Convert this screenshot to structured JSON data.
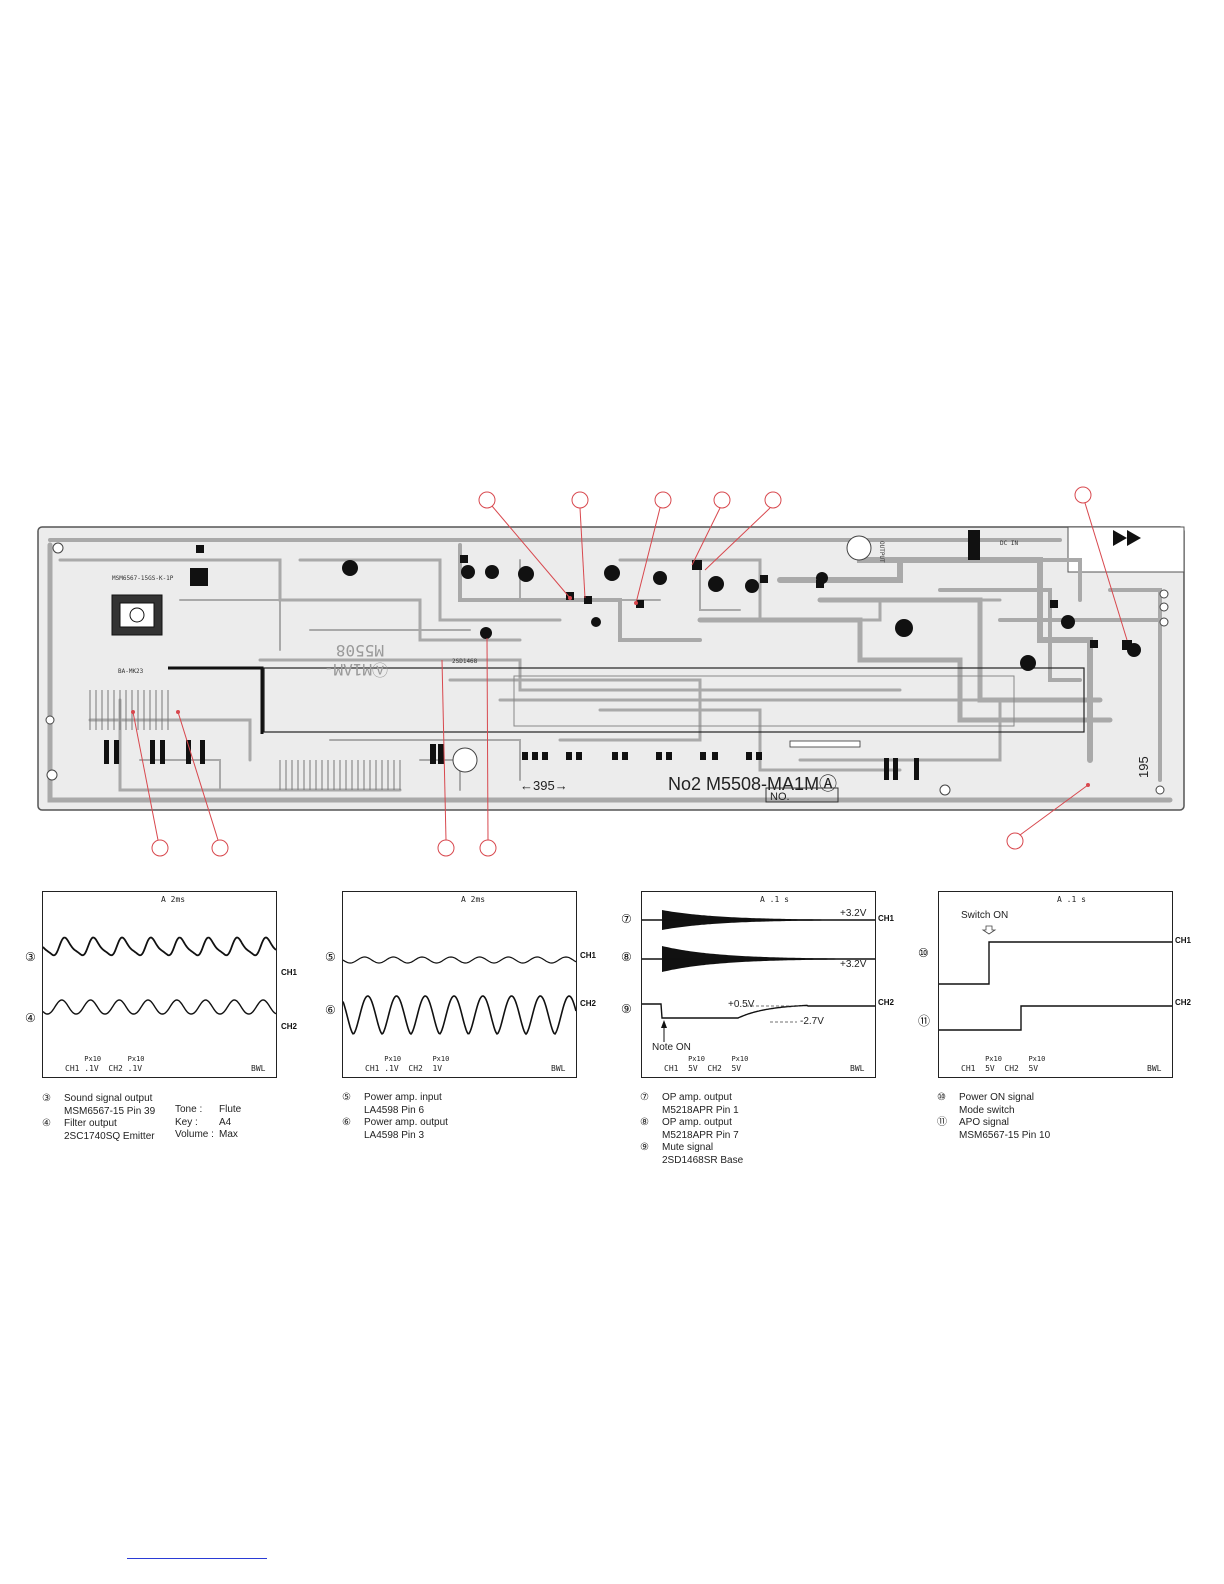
{
  "board": {
    "silk_top": "M5508",
    "silk_top2": "ⒶM1AM-",
    "part_label": "No2  M5508-MA1MⒶ",
    "dim_horizontal": "←395→",
    "dim_vertical": "195",
    "no_box": "NO.",
    "chip_labels": [
      "MSM6567-15GS-K-1P",
      "BA-MK23",
      "2SD1468",
      "DC IN",
      "OUTPUT"
    ],
    "colors": {
      "trace": "#a9a9a9",
      "board": "#ececec",
      "callout": "#d8484e",
      "dark": "#111111"
    }
  },
  "scopes": [
    {
      "id": "scope-1",
      "time_label": "A  2ms",
      "channels": [
        {
          "marker": "③",
          "label": "CH1"
        },
        {
          "marker": "④",
          "label": "CH2"
        }
      ],
      "footer": {
        "ch1": "CH1",
        "ch1_probe": "Px10",
        "ch1_scale": ".1V",
        "ch2": "CH2",
        "ch2_probe": "Px10",
        "ch2_scale": ".1V",
        "mode": "BWL"
      },
      "legend": [
        {
          "num": "③",
          "lines": [
            "Sound signal output",
            "MSM6567-15 Pin 39"
          ]
        },
        {
          "num": "④",
          "lines": [
            "Filter output",
            "2SC1740SQ Emitter"
          ]
        }
      ],
      "settings": [
        {
          "key": "Tone :",
          "value": "Flute"
        },
        {
          "key": "Key :",
          "value": "A4"
        },
        {
          "key": "Volume :",
          "value": "Max"
        }
      ]
    },
    {
      "id": "scope-2",
      "time_label": "A  2ms",
      "channels": [
        {
          "marker": "⑤",
          "label": "CH1"
        },
        {
          "marker": "⑥",
          "label": "CH2"
        }
      ],
      "footer": {
        "ch1": "CH1",
        "ch1_probe": "Px10",
        "ch1_scale": ".1V",
        "ch2": "CH2",
        "ch2_probe": "Px10",
        "ch2_scale": "1V",
        "mode": "BWL"
      },
      "legend": [
        {
          "num": "⑤",
          "lines": [
            "Power amp. input",
            "LA4598 Pin 6"
          ]
        },
        {
          "num": "⑥",
          "lines": [
            "Power amp. output",
            "LA4598 Pin 3"
          ]
        }
      ]
    },
    {
      "id": "scope-3",
      "time_label": "A  .1 s",
      "channels": [
        {
          "marker": "⑦",
          "label": "CH1"
        },
        {
          "marker": "⑧",
          "label": ""
        },
        {
          "marker": "⑨",
          "label": "CH2"
        }
      ],
      "annotations": {
        "v1": "+3.2V",
        "v2": "+3.2V",
        "v3": "+0.5V",
        "v4": "-2.7V",
        "note": "Note ON"
      },
      "footer": {
        "ch1": "CH1",
        "ch1_probe": "Px10",
        "ch1_scale": "5V",
        "ch2": "CH2",
        "ch2_probe": "Px10",
        "ch2_scale": "5V",
        "mode": "BWL"
      },
      "legend": [
        {
          "num": "⑦",
          "lines": [
            "OP amp. output",
            "M5218APR Pin 1"
          ]
        },
        {
          "num": "⑧",
          "lines": [
            "OP amp. output",
            "M5218APR Pin 7"
          ]
        },
        {
          "num": "⑨",
          "lines": [
            "Mute signal",
            "2SD1468SR Base"
          ]
        }
      ]
    },
    {
      "id": "scope-4",
      "time_label": "A  .1 s",
      "channels": [
        {
          "marker": "⑩",
          "label": "CH1"
        },
        {
          "marker": "⑪",
          "label": "CH2"
        }
      ],
      "annotations": {
        "switch": "Switch ON"
      },
      "footer": {
        "ch1": "CH1",
        "ch1_probe": "Px10",
        "ch1_scale": "5V",
        "ch2": "CH2",
        "ch2_probe": "Px10",
        "ch2_scale": "5V",
        "mode": "BWL"
      },
      "legend": [
        {
          "num": "⑩",
          "lines": [
            "Power ON signal",
            "Mode switch"
          ]
        },
        {
          "num": "⑪",
          "lines": [
            "APO signal",
            "MSM6567-15 Pin 10"
          ]
        }
      ]
    }
  ]
}
